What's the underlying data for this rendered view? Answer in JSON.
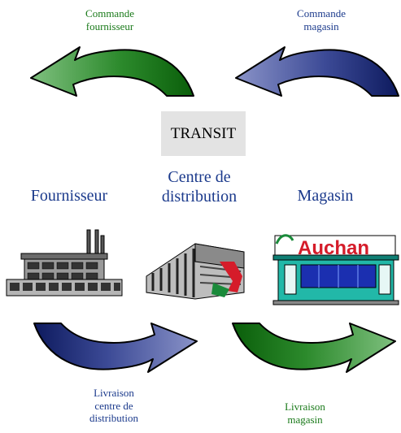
{
  "labels": {
    "commande_fournisseur": [
      "Commande",
      "fournisseur"
    ],
    "commande_magasin": [
      "Commande",
      "magasin"
    ],
    "transit": "TRANSIT",
    "fournisseur": "Fournisseur",
    "centre_distribution": [
      "Centre de",
      "distribution"
    ],
    "magasin": "Magasin",
    "livraison_centre": [
      "Livraison",
      "centre de",
      "distribution"
    ],
    "livraison_magasin": [
      "Livraison",
      "magasin"
    ],
    "auchan_logo": "Auchan"
  },
  "colors": {
    "green_dark": "#0d6a0d",
    "green_light": "#7fc07f",
    "navy_dark": "#0d1a5e",
    "navy_light": "#8a93c8",
    "label_green": "#1a7a1a",
    "label_blue": "#1b3a8c",
    "transit_bg": "#e3e3e3",
    "auchan_red": "#d51c2a",
    "store_teal": "#22b8a8"
  },
  "icons": [
    "factory-icon",
    "distribution-center-icon",
    "auchan-store-icon"
  ]
}
